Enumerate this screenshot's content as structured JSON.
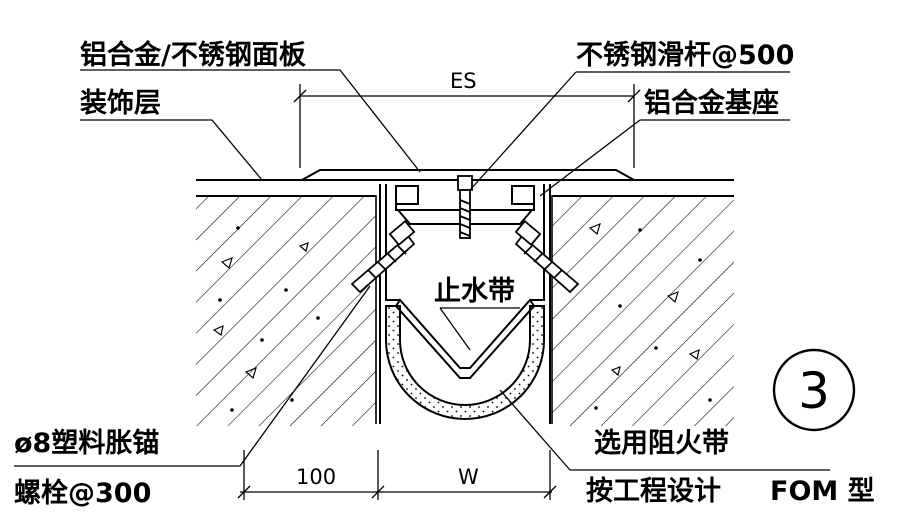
{
  "labels": {
    "panel": "铝合金/不锈钢面板",
    "finish": "装饰层",
    "rod": "不锈钢滑杆@500",
    "base": "铝合金基座",
    "waterstop": "止水带",
    "anchor_1": "ø8塑料胀锚",
    "anchor_2": "螺栓@300",
    "fire_1": "选用阻火带",
    "fire_2": "按工程设计",
    "model": "FOM 型",
    "circle_number": "3"
  },
  "dimensions": {
    "es": "ES",
    "d100": "100",
    "w": "W"
  },
  "colors": {
    "ink": "#000000",
    "paper": "#ffffff"
  }
}
